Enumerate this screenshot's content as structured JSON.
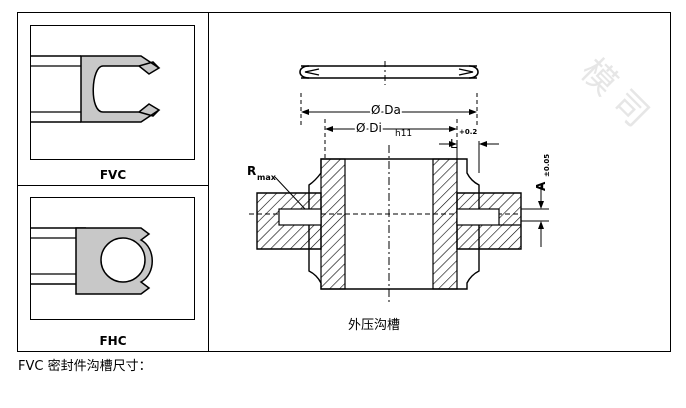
{
  "left_panel": {
    "top_label": "FVC",
    "bottom_label": "FHC"
  },
  "diagram": {
    "dim_da": "Ø Da",
    "dim_di_main": "Ø Di",
    "dim_di_sub": "h11",
    "dim_l": "L",
    "dim_l_tol": "+0.2",
    "dim_a": "A",
    "dim_a_tol": "±0.05",
    "dim_r": "R",
    "dim_r_sub": "max",
    "caption": "外压沟槽",
    "watermark": "模 司"
  },
  "footer": "FVC 密封件沟槽尺寸："
}
